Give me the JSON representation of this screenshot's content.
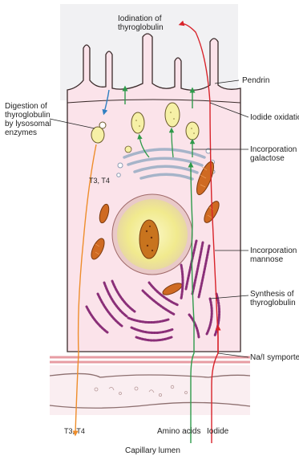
{
  "labels": {
    "iodination": [
      "Iodination of",
      "thyroglobulin"
    ],
    "pendrin": "Pendrin",
    "iodide_oxidation": "Iodide oxidation",
    "incorporation_galactose": [
      "Incorporation of",
      "galactose"
    ],
    "incorporation_mannose": [
      "Incorporation of",
      "mannose"
    ],
    "synthesis_thyroglobulin": [
      "Synthesis of",
      "thyroglobulin"
    ],
    "na_i_symporter": "Na/I symporter",
    "digestion": [
      "Digestion of",
      "thyroglobulin",
      "by lysosomal",
      "enzymes"
    ],
    "t3t4_inner": "T3, T4",
    "t3t4_bottom": "T3, T4",
    "amino_acids": "Amino acids",
    "iodide": "Iodide",
    "capillary_lumen": "Capillary lumen"
  },
  "colors": {
    "cell_fill": "#fbe3ea",
    "cell_outline": "#3a2a2a",
    "colloid_bg": "#f1f1f3",
    "nucleus_fill": "#f3efa8",
    "nucleoplasm_ring": "#e9c9c8",
    "nucleolus": "#c8741e",
    "mitochondria": "#cf6a22",
    "rough_er": "#8a2f78",
    "golgi": "#b8c4d6",
    "vesicle_fill": "#f6f0a6",
    "iodide_arrow": "#d8232a",
    "amino_acid_arrow": "#2e9a4a",
    "t3t4_arrow": "#ee8d2b",
    "secretion_arrow": "#2f7fc1",
    "basement_membrane": "#e79ca3",
    "capillary_fill": "#faeef1"
  }
}
